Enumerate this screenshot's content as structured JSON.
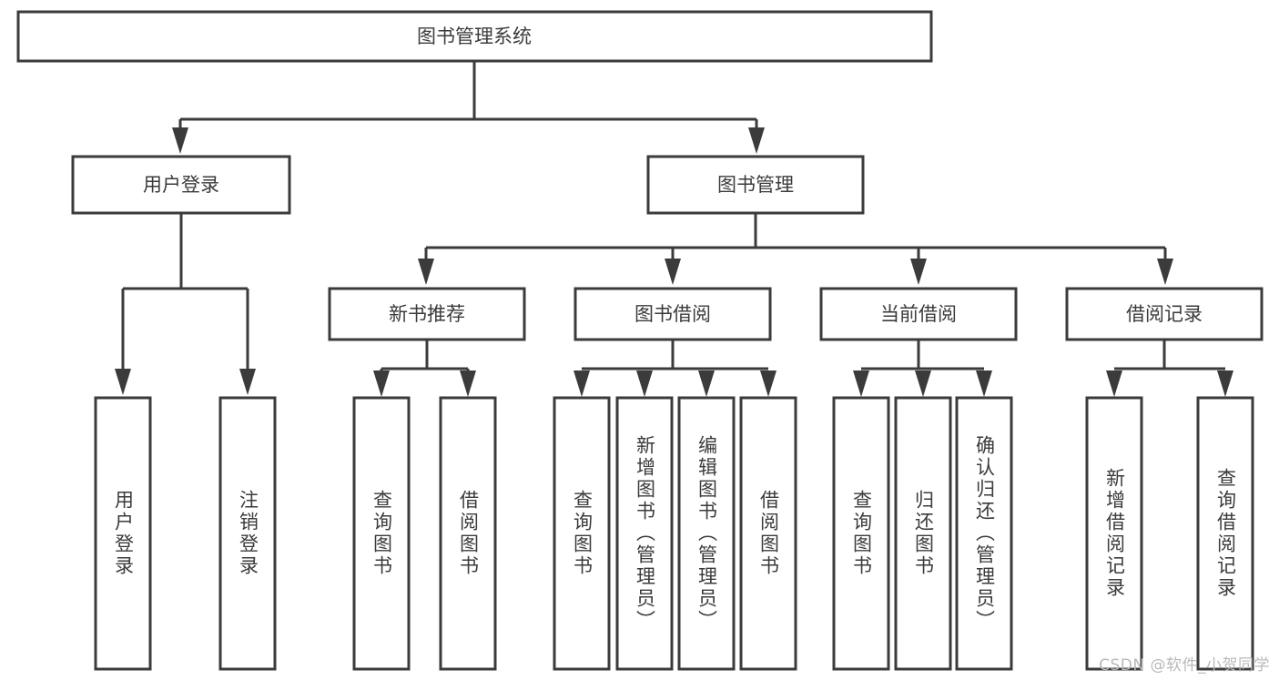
{
  "diagram": {
    "title": "图书管理系统",
    "type": "tree-hierarchy",
    "watermark": "CSDN @软件_小贺同学",
    "colors": {
      "stroke": "#3b3b3b",
      "fill": "#ffffff",
      "background": "#ffffff",
      "watermark": "#b9b9b9"
    },
    "root": {
      "label": "图书管理系统"
    },
    "level2": [
      {
        "id": "user-login",
        "label": "用户登录"
      },
      {
        "id": "book-management",
        "label": "图书管理"
      }
    ],
    "level3": [
      {
        "id": "new-book-recommend",
        "label": "新书推荐",
        "parent": "book-management"
      },
      {
        "id": "book-borrow",
        "label": "图书借阅",
        "parent": "book-management"
      },
      {
        "id": "current-borrow",
        "label": "当前借阅",
        "parent": "book-management"
      },
      {
        "id": "borrow-record",
        "label": "借阅记录",
        "parent": "book-management"
      }
    ],
    "leaves": {
      "user_login": [
        {
          "id": "leaf-user-login",
          "label": "用户登录"
        },
        {
          "id": "leaf-logout-login",
          "label": "注销登录"
        }
      ],
      "new_book_recommend": [
        {
          "id": "leaf-query-book-1",
          "label": "查询图书"
        },
        {
          "id": "leaf-borrow-book-1",
          "label": "借阅图书"
        }
      ],
      "book_borrow": [
        {
          "id": "leaf-query-book-2",
          "label": "查询图书"
        },
        {
          "id": "leaf-add-book",
          "label": "新增图书（管理员）"
        },
        {
          "id": "leaf-edit-book",
          "label": "编辑图书（管理员）"
        },
        {
          "id": "leaf-borrow-book-2",
          "label": "借阅图书"
        }
      ],
      "current_borrow": [
        {
          "id": "leaf-query-book-3",
          "label": "查询图书"
        },
        {
          "id": "leaf-return-book",
          "label": "归还图书"
        },
        {
          "id": "leaf-confirm-return",
          "label": "确认归还（管理员）"
        }
      ],
      "borrow_record": [
        {
          "id": "leaf-add-record",
          "label": "新增借阅记录"
        },
        {
          "id": "leaf-query-record",
          "label": "查询借阅记录"
        }
      ]
    }
  }
}
